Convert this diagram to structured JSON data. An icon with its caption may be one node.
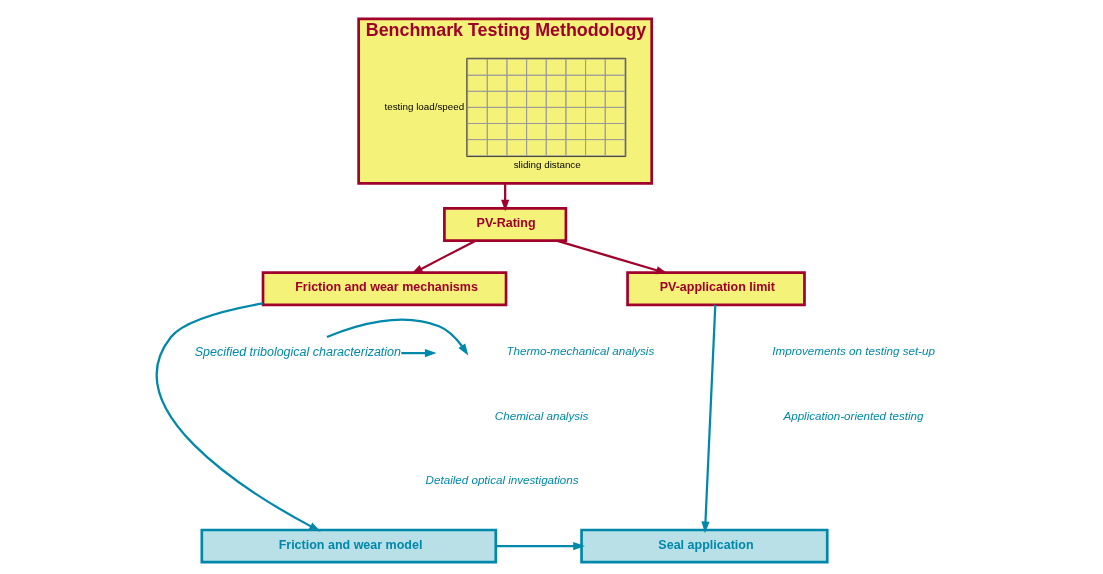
{
  "diagram": {
    "nodes": [
      {
        "text": [
          "Benchmark Testing Methodology"
        ]
      },
      {
        "text": [],
        "shape": "picture",
        "in": 0,
        "beside": [
          "testing load/speed",
          "sliding distance"
        ]
      },
      {
        "text": [
          "PV-Rating"
        ]
      },
      {
        "text": [
          "Friction and wear mechanisms"
        ]
      },
      {
        "text": [
          "PV-application limit"
        ]
      },
      {
        "text": [
          "Friction and wear model"
        ]
      },
      {
        "text": [
          "Seal application"
        ]
      },
      {
        "text": [
          "Specified tribological characterization"
        ]
      }
    ],
    "edges": [
      {
        "from": 0,
        "to": 2,
        "arrow": "to",
        "color": "#a0002a"
      },
      {
        "from": 2,
        "to": 3,
        "arrow": "to",
        "color": "#a0002a"
      },
      {
        "from": 2,
        "to": 4,
        "arrow": "to",
        "color": "#a0002a"
      },
      {
        "from": 3,
        "to": 5,
        "arrow": "to"
      },
      {
        "from": 4,
        "to": 6,
        "arrow": "to"
      },
      {
        "from": 5,
        "to": 6,
        "arrow": "to"
      },
      {
        "from": 7,
        "to": null,
        "arrow": "to"
      },
      {
        "from": 7,
        "to": null,
        "arrow": "to"
      }
    ],
    "labels": [
      "Thermo-mechanical analysis",
      "Chemical analysis",
      "Detailed optical investigations",
      "Improvements on testing set-up",
      "Application-oriented testing"
    ]
  }
}
